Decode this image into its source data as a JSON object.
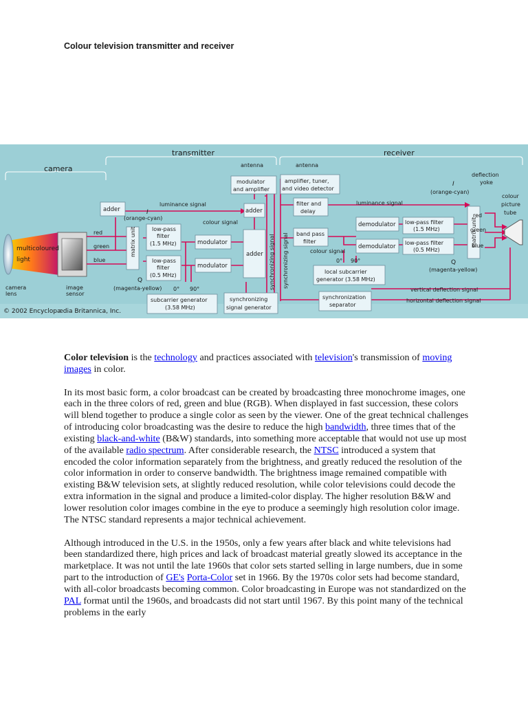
{
  "page_title": "Colour television  transmitter and receiver",
  "diagram": {
    "sections": {
      "camera": "camera",
      "transmitter": "transmitter",
      "receiver": "receiver"
    },
    "camera_lens": [
      "camera",
      "lens"
    ],
    "image_sensor": [
      "image",
      "sensor"
    ],
    "light_label": [
      "multicoloured",
      "light"
    ],
    "adder": "adder",
    "matrix_unit": "matrix unit",
    "rgb": {
      "red": "red",
      "green": "green",
      "blue": "blue"
    },
    "i_symbol": "I",
    "q_symbol": "Q",
    "orange_cyan": "(orange-cyan)",
    "magenta_yellow": "(magenta-yellow)",
    "lpf_1": [
      "low-pass",
      "filter",
      "(1.5 MHz)"
    ],
    "lpf_2": [
      "low-pass",
      "filter",
      "(0.5 MHz)"
    ],
    "modulator": "modulator",
    "luminance_signal": "luminance signal",
    "colour_signal": "colour signal",
    "antenna": "antenna",
    "mod_amp": [
      "modulator",
      "and amplifier"
    ],
    "subcarrier_gen": [
      "subcarrier generator",
      "(3.58 MHz)"
    ],
    "sync_gen": [
      "synchronizing",
      "signal generator"
    ],
    "sync_signal": "synchronizing signal",
    "deg_0": "0°",
    "deg_90": "90°",
    "amp_tuner": [
      "amplifier, tuner,",
      "and video detector"
    ],
    "filter_delay": [
      "filter and",
      "delay"
    ],
    "bandpass": [
      "band pass",
      "filter"
    ],
    "demodulator": "demodulator",
    "local_sub": [
      "local subcarrier",
      "generator (3.58 MHz)"
    ],
    "rx_lpf_1": [
      "low-pass filter",
      "(1.5 MHz)"
    ],
    "rx_lpf_2": [
      "low-pass filter",
      "(0.5 MHz)"
    ],
    "deflection_yoke": [
      "deflection",
      "yoke"
    ],
    "picture_tube": [
      "colour",
      "picture",
      "tube"
    ],
    "sync_sep": [
      "synchronization",
      "separator"
    ],
    "vert_defl": "vertical deflection signal",
    "horiz_defl": "horizontal deflection signal",
    "copyright": "© 2002 Encyclopædia Britannica, Inc."
  },
  "article": {
    "p1": {
      "strong": "Color television",
      "t1": " is the ",
      "l1": "technology",
      "t2": " and practices associated with ",
      "l2": "television",
      "t3": "'s transmission of ",
      "l3": "moving images",
      "t4": " in color."
    },
    "p2": {
      "t1": "In its most basic form, a color broadcast can be created by broadcasting three monochrome images, one each in the three colors of red, green and blue (RGB). When displayed in fast succession, these colors will blend together to produce a single color as seen by the viewer. One of the great technical challenges of introducing color broadcasting was the desire to reduce the high ",
      "l1": "bandwidth",
      "t2": ", three times that of the existing ",
      "l2": "black-and-white",
      "t3": " (B&W) standards, into something more acceptable that would not use up most of the available ",
      "l3": "radio spectrum",
      "t4": ". After considerable research, the ",
      "l4": "NTSC",
      "t5": " introduced a system that encoded the color information separately from the brightness, and greatly reduced the resolution of the color information in order to conserve bandwidth. The brightness image remained compatible with existing B&W television sets, at slightly reduced resolution, while color televisions could decode the extra information in the signal and produce a limited-color display. The higher resolution B&W and lower resolution color images combine in the eye to produce a seemingly high resolution color image. The NTSC standard represents a major technical achievement."
    },
    "p3": {
      "t1": "Although introduced in the U.S. in the 1950s, only a few years after black and white televisions had been standardized there, high prices and lack of broadcast material greatly slowed its acceptance in the marketplace. It was not until the late 1960s that color sets started selling in large numbers, due in some part to the introduction of ",
      "l1": "GE's",
      "t2": " ",
      "l2": "Porta-Color",
      "t3": " set in 1966. By the 1970s color sets had become standard, with all-color broadcasts becoming common. Color broadcasting in Europe was not standardized on the ",
      "l3": "PAL",
      "t4": " format until the 1960s, and broadcasts did not start until 1967. By this point many of the technical problems in the early"
    }
  }
}
